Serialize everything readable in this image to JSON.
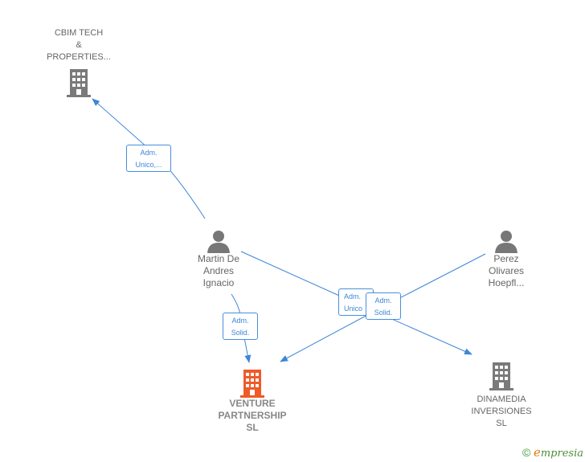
{
  "nodes": {
    "cbim": {
      "lines": [
        "CBIM TECH",
        "&",
        "PROPERTIES..."
      ]
    },
    "martin": {
      "lines": [
        "Martin De",
        "Andres",
        "Ignacio"
      ]
    },
    "perez": {
      "lines": [
        "Perez",
        "Olivares",
        "Hoepfl..."
      ]
    },
    "venture": {
      "lines": [
        "VENTURE",
        "PARTNERSHIP",
        "SL"
      ]
    },
    "dinamedia": {
      "lines": [
        "DINAMEDIA",
        "INVERSIONES",
        "SL"
      ]
    }
  },
  "edges": {
    "martin_cbim": {
      "lines": [
        "Adm.",
        "Unico,..."
      ]
    },
    "martin_venture": {
      "lines": [
        "Adm.",
        "Solid."
      ]
    },
    "martin_dinamedia": {
      "lines": [
        "Adm.",
        "Unico"
      ]
    },
    "perez_venture": {
      "lines": [
        "Adm.",
        "Solid."
      ]
    }
  },
  "colors": {
    "edge": "#3d86d6",
    "company_icon": "#7a7a7a",
    "focus_icon": "#f05a28",
    "person_icon": "#777777"
  },
  "footer": {
    "copyright": "©",
    "brand_initial": "e",
    "brand_rest": "mpresia"
  }
}
